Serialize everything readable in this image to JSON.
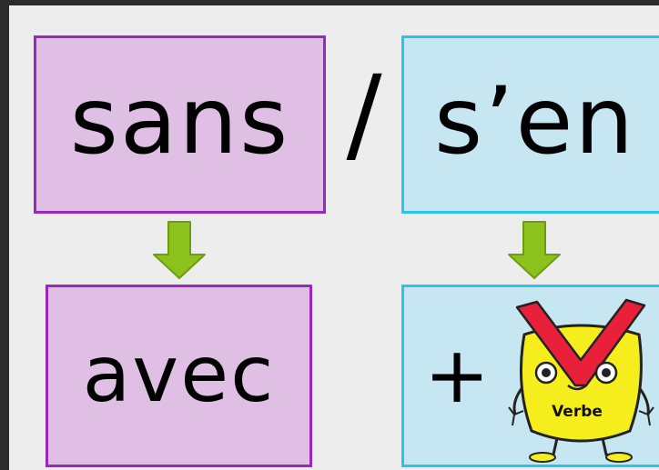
{
  "title": {
    "left_word": "sans",
    "separator": "/",
    "right_word": "s’en"
  },
  "bottom": {
    "left_word": "avec",
    "plus_sign": "+",
    "mascot_label": "Verbe"
  },
  "icons": {
    "arrows": "down-arrow-icon",
    "mascot": "verbe-mascot-icon"
  },
  "colors": {
    "purple_fill": "#dfc0e4",
    "purple_border": "#9a28c0",
    "blue_fill": "#c6e6f2",
    "blue_border": "#29c4ee",
    "arrow_green": "#8cc21c",
    "mascot_yellow": "#f5ee1c",
    "mascot_red": "#e8203a"
  }
}
